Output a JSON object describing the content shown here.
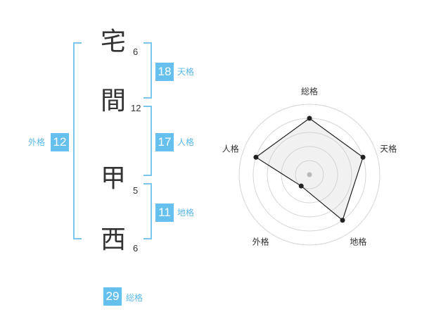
{
  "name": {
    "chars": [
      {
        "char": "宅",
        "strokes": "6"
      },
      {
        "char": "間",
        "strokes": "12"
      },
      {
        "char": "甲",
        "strokes": "5"
      },
      {
        "char": "西",
        "strokes": "6"
      }
    ]
  },
  "fortune": {
    "tenkaku": {
      "value": "18",
      "label": "天格"
    },
    "jinkaku": {
      "value": "17",
      "label": "人格"
    },
    "chikaku": {
      "value": "11",
      "label": "地格"
    },
    "gaikaku": {
      "value": "12",
      "label": "外格"
    },
    "soukaku": {
      "value": "29",
      "label": "総格"
    }
  },
  "colors": {
    "accent": "#66c0ee",
    "bracket": "#7ac6ee",
    "text": "#333333"
  },
  "chart_data": {
    "type": "radar",
    "axes": [
      "総格",
      "天格",
      "地格",
      "外格",
      "人格"
    ],
    "rings": 5,
    "max": 5,
    "values": [
      4,
      4,
      4,
      1,
      4
    ]
  }
}
